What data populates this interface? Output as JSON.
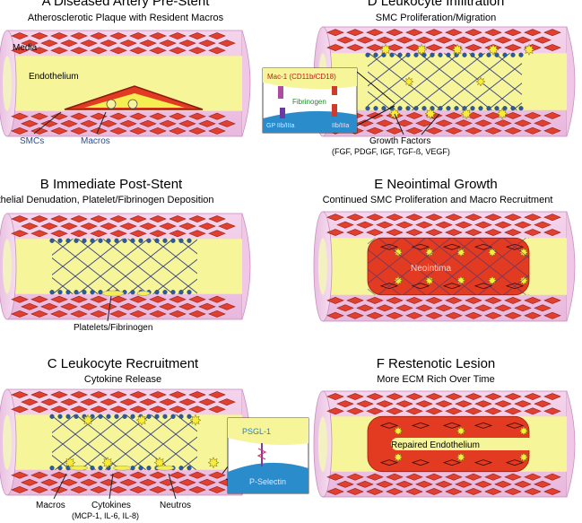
{
  "panels": {
    "A": {
      "title": "A  Diseased Artery Pre-Stent",
      "subtitle": "Atherosclerotic Plaque with Resident Macros",
      "labels": {
        "media": "Media",
        "endothelium": "Endothelium",
        "smcs": "SMCs",
        "macros": "Macros"
      }
    },
    "B": {
      "title": "B  Immediate Post-Stent",
      "subtitle": "othelial Denudation, Platelet/Fibrinogen Deposition",
      "labels": {
        "platelets": "Platelets/Fibrinogen"
      }
    },
    "C": {
      "title": "C  Leukocyte Recruitment",
      "subtitle": "Cytokine Release",
      "labels": {
        "macros": "Macros",
        "cytokines": "Cytokines",
        "cytokines_list": "(MCP-1, IL-6, IL-8)",
        "neutros": "Neutros"
      },
      "inset": {
        "top": "PSGL-1",
        "bottom": "P-Selectin"
      }
    },
    "D": {
      "title": "D  Leukocyte Infiltration",
      "subtitle": "SMC Proliferation/Migration",
      "labels": {
        "growth_factors": "Growth Factors",
        "growth_list": "(FGF, PDGF, IGF, TGF-ß, VEGF)"
      },
      "inset": {
        "top": "Mac-1 (CD11b/CD18)",
        "middle": "Fibrinogen",
        "left": "GP IIb/IIIa",
        "right": "IIb/IIIa"
      }
    },
    "E": {
      "title": "E  Neointimal Growth",
      "subtitle": "Continued SMC Proliferation and Macro Recruitment",
      "labels": {
        "neointima": "Neointima"
      }
    },
    "F": {
      "title": "F  Restenotic Lesion",
      "subtitle": "More ECM Rich Over Time",
      "labels": {
        "repaired": "Repaired Endothelium"
      }
    }
  },
  "colors": {
    "vessel_wall": "#f1c6e6",
    "wall_edge": "#c98fc0",
    "lumen": "#f6f59a",
    "smc": "#e0402f",
    "plaque": "#e23b22",
    "plaque_core": "#f4ee52",
    "stent": "#2a3580",
    "dots": "#2c5aa0",
    "macro": "#f7ec3a",
    "label_blue": "#244f9a"
  }
}
